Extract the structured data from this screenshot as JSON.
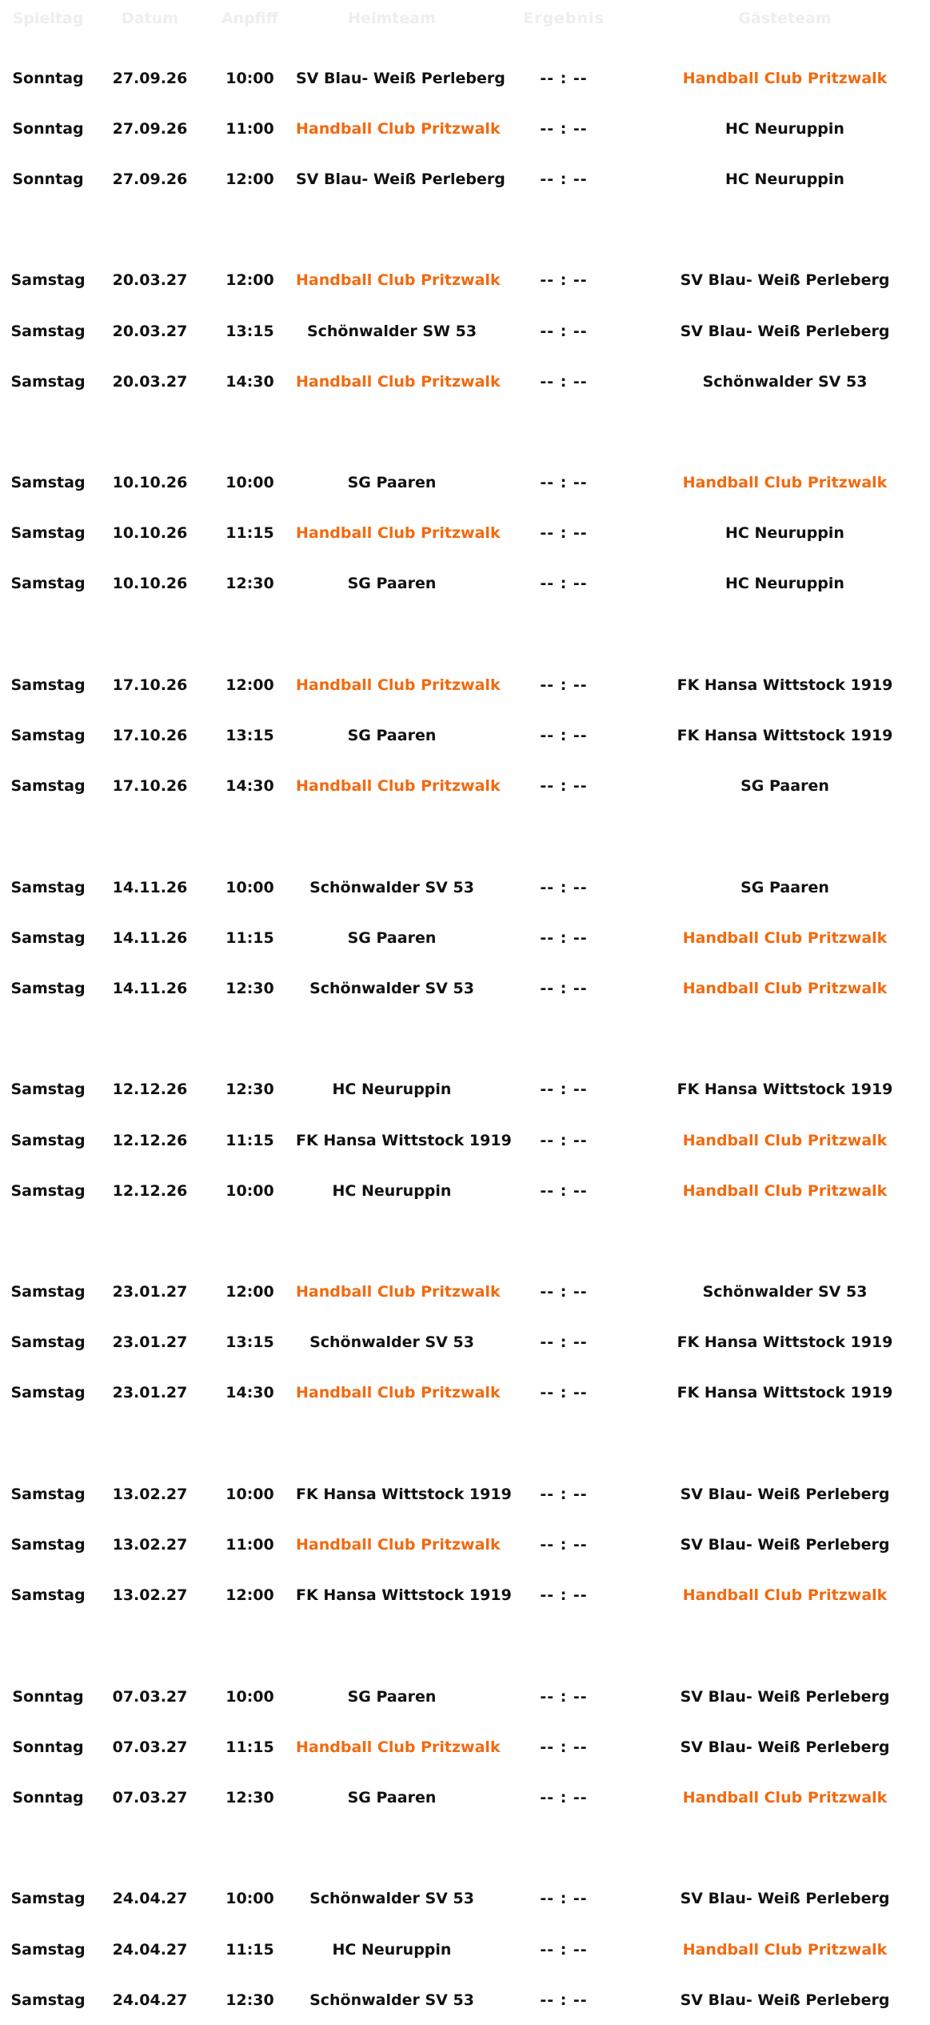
{
  "header": {
    "spieltag": "Spieltag",
    "datum": "Datum",
    "anpfiff": "Anpfiff",
    "heimteam": "Heimteam",
    "ergebnis": "Ergebnis",
    "gaesteteam": "Gästeteam"
  },
  "highlight_team": "Handball Club Pritzwalk",
  "highlight_color": "#f26a10",
  "rounds": [
    [
      {
        "day": "Sonntag",
        "date": "27.09.26",
        "time": "10:00",
        "home": "SV Blau- Weiß Perleberg",
        "result": "-- : --",
        "guest": "Handball Club Pritzwalk"
      },
      {
        "day": "Sonntag",
        "date": "27.09.26",
        "time": "11:00",
        "home": "Handball Club Pritzwalk",
        "result": "-- : --",
        "guest": "HC Neuruppin"
      },
      {
        "day": "Sonntag",
        "date": "27.09.26",
        "time": "12:00",
        "home": "SV Blau- Weiß Perleberg",
        "result": "-- : --",
        "guest": "HC Neuruppin"
      }
    ],
    [
      {
        "day": "Samstag",
        "date": "20.03.27",
        "time": "12:00",
        "home": "Handball Club Pritzwalk",
        "result": "-- : --",
        "guest": "SV Blau- Weiß Perleberg"
      },
      {
        "day": "Samstag",
        "date": "20.03.27",
        "time": "13:15",
        "home": "Schönwalder SW 53",
        "result": "-- : --",
        "guest": "SV Blau- Weiß Perleberg"
      },
      {
        "day": "Samstag",
        "date": "20.03.27",
        "time": "14:30",
        "home": "Handball Club Pritzwalk",
        "result": "-- : --",
        "guest": "Schönwalder SV 53"
      }
    ],
    [
      {
        "day": "Samstag",
        "date": "10.10.26",
        "time": "10:00",
        "home": "SG Paaren",
        "result": "-- : --",
        "guest": "Handball Club Pritzwalk"
      },
      {
        "day": "Samstag",
        "date": "10.10.26",
        "time": "11:15",
        "home": "Handball Club Pritzwalk",
        "result": "-- : --",
        "guest": "HC Neuruppin"
      },
      {
        "day": "Samstag",
        "date": "10.10.26",
        "time": "12:30",
        "home": "SG Paaren",
        "result": "-- : --",
        "guest": "HC Neuruppin"
      }
    ],
    [
      {
        "day": "Samstag",
        "date": "17.10.26",
        "time": "12:00",
        "home": "Handball Club Pritzwalk",
        "result": "-- : --",
        "guest": "FK Hansa Wittstock 1919"
      },
      {
        "day": "Samstag",
        "date": "17.10.26",
        "time": "13:15",
        "home": "SG Paaren",
        "result": "-- : --",
        "guest": "FK Hansa Wittstock 1919"
      },
      {
        "day": "Samstag",
        "date": "17.10.26",
        "time": "14:30",
        "home": "Handball Club Pritzwalk",
        "result": "-- : --",
        "guest": "SG Paaren"
      }
    ],
    [
      {
        "day": "Samstag",
        "date": "14.11.26",
        "time": "10:00",
        "home": "Schönwalder SV 53",
        "result": "-- : --",
        "guest": "SG Paaren"
      },
      {
        "day": "Samstag",
        "date": "14.11.26",
        "time": "11:15",
        "home": "SG Paaren",
        "result": "-- : --",
        "guest": "Handball Club Pritzwalk"
      },
      {
        "day": "Samstag",
        "date": "14.11.26",
        "time": "12:30",
        "home": "Schönwalder SV 53",
        "result": "-- : --",
        "guest": "Handball Club Pritzwalk"
      }
    ],
    [
      {
        "day": "Samstag",
        "date": "12.12.26",
        "time": "12:30",
        "home": "HC Neuruppin",
        "result": "-- : --",
        "guest": "FK Hansa Wittstock 1919"
      },
      {
        "day": "Samstag",
        "date": "12.12.26",
        "time": "11:15",
        "home": "FK Hansa Wittstock 1919",
        "result": "-- : --",
        "guest": "Handball Club Pritzwalk"
      },
      {
        "day": "Samstag",
        "date": "12.12.26",
        "time": "10:00",
        "home": "HC Neuruppin",
        "result": "-- : --",
        "guest": "Handball Club Pritzwalk"
      }
    ],
    [
      {
        "day": "Samstag",
        "date": "23.01.27",
        "time": "12:00",
        "home": "Handball Club Pritzwalk",
        "result": "-- : --",
        "guest": "Schönwalder SV 53"
      },
      {
        "day": "Samstag",
        "date": "23.01.27",
        "time": "13:15",
        "home": "Schönwalder SV 53",
        "result": "-- : --",
        "guest": "FK Hansa Wittstock 1919"
      },
      {
        "day": "Samstag",
        "date": "23.01.27",
        "time": "14:30",
        "home": "Handball Club Pritzwalk",
        "result": "-- : --",
        "guest": "FK Hansa Wittstock 1919"
      }
    ],
    [
      {
        "day": "Samstag",
        "date": "13.02.27",
        "time": "10:00",
        "home": "FK Hansa Wittstock 1919",
        "result": "-- : --",
        "guest": "SV Blau- Weiß Perleberg"
      },
      {
        "day": "Samstag",
        "date": "13.02.27",
        "time": "11:00",
        "home": "Handball Club Pritzwalk",
        "result": "-- : --",
        "guest": "SV Blau- Weiß Perleberg"
      },
      {
        "day": "Samstag",
        "date": "13.02.27",
        "time": "12:00",
        "home": "FK Hansa Wittstock 1919",
        "result": "-- : --",
        "guest": "Handball Club Pritzwalk"
      }
    ],
    [
      {
        "day": "Sonntag",
        "date": "07.03.27",
        "time": "10:00",
        "home": "SG Paaren",
        "result": "-- : --",
        "guest": "SV Blau- Weiß Perleberg"
      },
      {
        "day": "Sonntag",
        "date": "07.03.27",
        "time": "11:15",
        "home": "Handball Club Pritzwalk",
        "result": "-- : --",
        "guest": "SV Blau- Weiß Perleberg"
      },
      {
        "day": "Sonntag",
        "date": "07.03.27",
        "time": "12:30",
        "home": "SG Paaren",
        "result": "-- : --",
        "guest": "Handball Club Pritzwalk"
      }
    ],
    [
      {
        "day": "Samstag",
        "date": "24.04.27",
        "time": "10:00",
        "home": "Schönwalder SV 53",
        "result": "-- : --",
        "guest": "SV Blau- Weiß Perleberg"
      },
      {
        "day": "Samstag",
        "date": "24.04.27",
        "time": "11:15",
        "home": "HC Neuruppin",
        "result": "-- : --",
        "guest": "Handball Club Pritzwalk"
      },
      {
        "day": "Samstag",
        "date": "24.04.27",
        "time": "12:30",
        "home": "Schönwalder SV 53",
        "result": "-- : --",
        "guest": "SV Blau- Weiß Perleberg"
      }
    ]
  ]
}
